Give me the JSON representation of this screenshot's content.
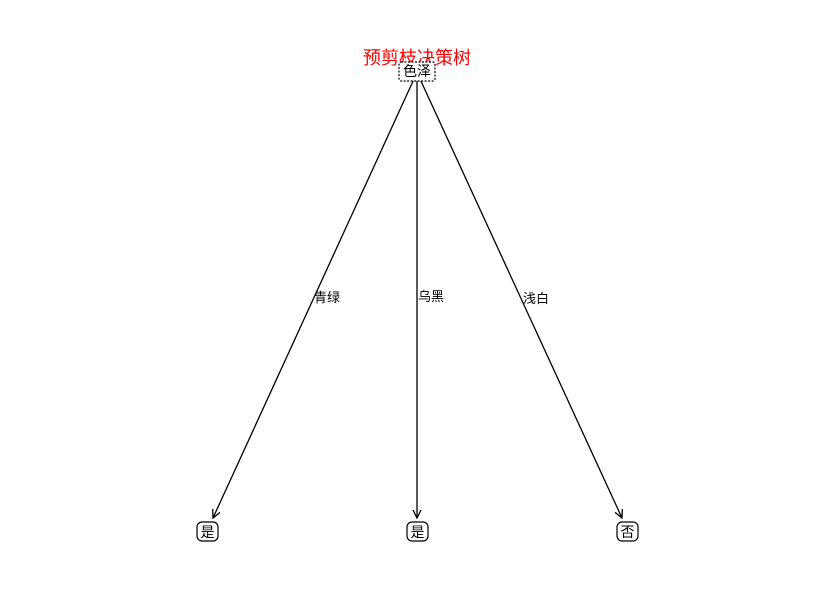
{
  "title": "预剪枝决策树",
  "title_color": "#ff0000",
  "root": {
    "label": "色泽"
  },
  "branches": [
    {
      "edge_label": "青绿",
      "leaf_label": "是"
    },
    {
      "edge_label": "乌黑",
      "leaf_label": "是"
    },
    {
      "edge_label": "浅白",
      "leaf_label": "否"
    }
  ]
}
